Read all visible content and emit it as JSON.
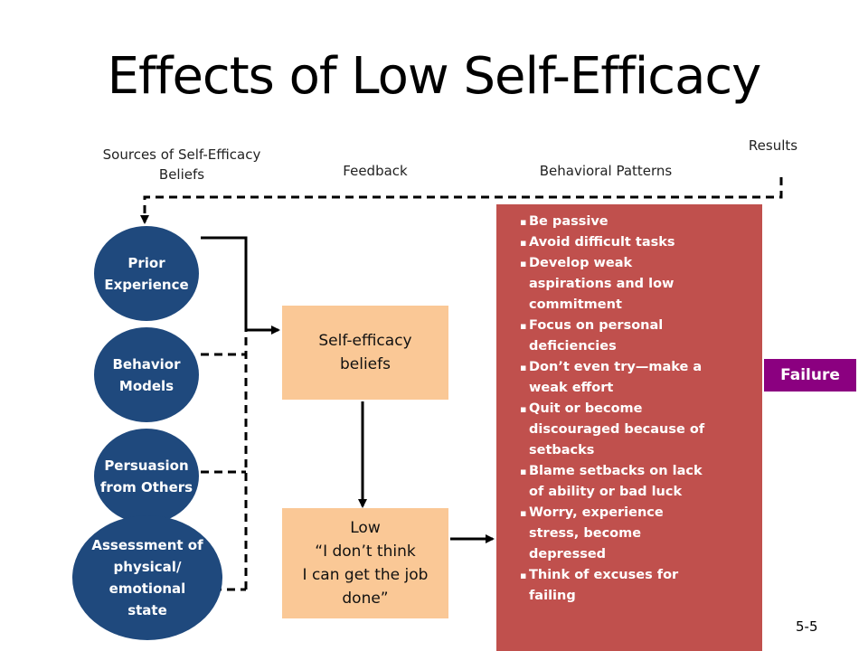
{
  "title": "Effects of Low Self-Efficacy",
  "headers": {
    "sources": "Sources of Self-Efficacy Beliefs",
    "feedback": "Feedback",
    "behavioral": "Behavioral Patterns",
    "results": "Results"
  },
  "sources": [
    "Prior\nExperience",
    "Behavior\nModels",
    "Persuasion\nfrom Others",
    "Assessment of\nphysical/\nemotional\nstate"
  ],
  "beliefs_box": "Self-efficacy\nbeliefs",
  "low_box": "Low\n“I don’t think\nI can get the job\ndone”",
  "patterns": [
    "Be passive",
    "Avoid difficult tasks",
    "Develop weak aspirations and low commitment",
    "Focus on personal deficiencies",
    "Don’t even try—make a weak effort",
    "Quit or become discouraged because of setbacks",
    "Blame setbacks on lack of ability or bad luck",
    "Worry, experience stress, become depressed",
    "Think of excuses for failing"
  ],
  "result": "Failure",
  "page_number": "5-5",
  "colors": {
    "circle": "#1f497d",
    "box": "#fac896",
    "patterns_bg": "#c0504d",
    "failure": "#8b0080"
  }
}
